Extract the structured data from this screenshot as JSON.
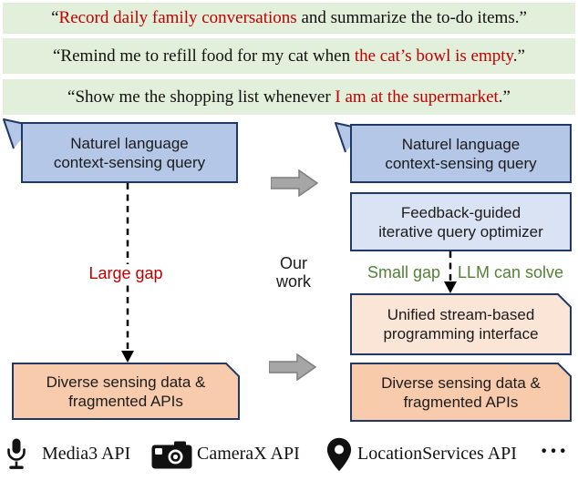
{
  "colors": {
    "quote_bar_bg": "#e2efda",
    "highlight_red": "#c00000",
    "gap_green": "#538135",
    "query_box_blue": "#b4c7e7",
    "optimizer_box_blue": "#dae3f3",
    "interface_box_peach": "#fbe5d6",
    "data_box_orange": "#f8cbad",
    "box_border_navy": "#1f3864",
    "block_arrow_gray": "#a6a6a6"
  },
  "quotes": [
    {
      "pre": "“",
      "red": "Record daily family conversations",
      "post": " and summarize the to-do items.”"
    },
    {
      "pre": "“Remind me to refill food for my cat when ",
      "red": "the cat’s bowl is empty",
      "post": ".”"
    },
    {
      "pre": "“Show me the shopping list whenever ",
      "red": "I am at the supermarket",
      "post": ".”"
    }
  ],
  "diagram": {
    "left": {
      "query_box": {
        "line1": "Naturel language",
        "line2": "context-sensing query"
      },
      "gap_label": "Large gap",
      "data_box": {
        "line1": "Diverse sensing data &",
        "line2": "fragmented APIs"
      }
    },
    "center": {
      "our_work_line1": "Our",
      "our_work_line2": "work"
    },
    "right": {
      "query_box": {
        "line1": "Naturel language",
        "line2": "context-sensing query"
      },
      "optimizer_box": {
        "line1": "Feedback-guided",
        "line2": "iterative query optimizer"
      },
      "small_gap_label": "Small gap",
      "llm_label": "LLM can solve",
      "interface_box": {
        "line1": "Unified stream-based",
        "line2": "programming interface"
      },
      "data_box": {
        "line1": "Diverse sensing data &",
        "line2": "fragmented APIs"
      }
    }
  },
  "footer": {
    "media_api": "Media3 API",
    "camera_api": "CameraX API",
    "location_api": "LocationServices API",
    "more": "···"
  }
}
